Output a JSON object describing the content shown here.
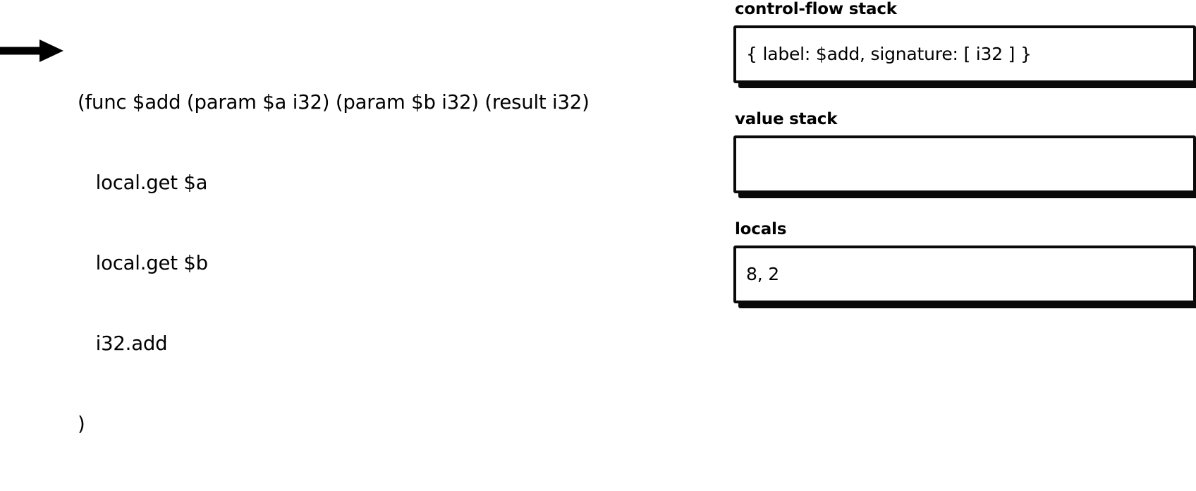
{
  "code_pane": {
    "pointer_icon": "right-arrow-icon",
    "lines": [
      "(func $add (param $a i32) (param $b i32) (result i32)",
      "   local.get $a",
      "   local.get $b",
      "   i32.add",
      ")"
    ],
    "current_line_index": 0
  },
  "panels": [
    {
      "id": "control-flow-stack",
      "title": "control-flow stack",
      "content": "{ label: $add, signature: [ i32 ] }",
      "empty": false
    },
    {
      "id": "value-stack",
      "title": "value stack",
      "content": "",
      "empty": true
    },
    {
      "id": "locals",
      "title": "locals",
      "content": "8, 2",
      "empty": false
    }
  ],
  "colors": {
    "background": "#ffffff",
    "ink": "#000000",
    "box_border": "#0a0a0a",
    "box_shadow": "#0a0a0a",
    "box_fill": "#ffffff"
  }
}
